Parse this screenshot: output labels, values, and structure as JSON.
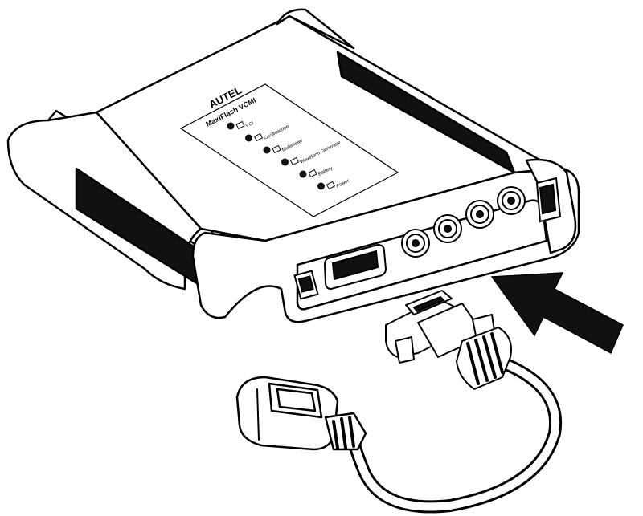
{
  "device": {
    "brand": "AUTEL",
    "model": "MaxiFlash VCMI",
    "indicators": [
      {
        "label": "VCI",
        "icon": "car-icon"
      },
      {
        "label": "Oscilloscope",
        "icon": "oscilloscope-icon"
      },
      {
        "label": "Multimeter",
        "icon": "multimeter-icon"
      },
      {
        "label": "Waveform Generator",
        "icon": "waveform-icon"
      },
      {
        "label": "Battery",
        "icon": "battery-icon"
      },
      {
        "label": "Power",
        "icon": "power-icon"
      }
    ]
  },
  "arrow": {
    "icon": "arrow-icon"
  },
  "cable": {
    "connector_a": "obd-connector",
    "connector_b": "db26-connector"
  },
  "colors": {
    "line": "#000000",
    "fill": "#ffffff",
    "shade": "#111111"
  }
}
